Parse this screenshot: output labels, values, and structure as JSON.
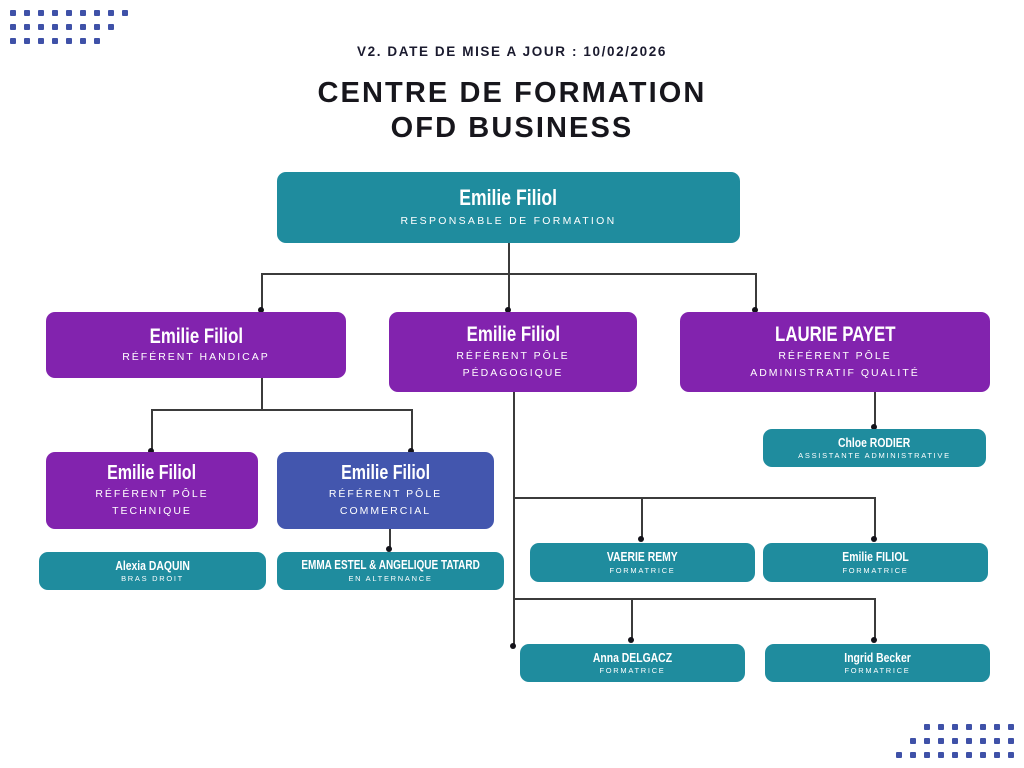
{
  "header": {
    "version_line": "V2. DATE DE MISE A JOUR : 10/02/2026",
    "title_line1": "CENTRE DE FORMATION",
    "title_line2": "OFD BUSINESS"
  },
  "colors": {
    "teal": "#1F8C9E",
    "purple": "#8223AE",
    "blue": "#4356AE",
    "dots": "#3F51A8",
    "connector": "#3b3b3b",
    "background": "#FFFFFF",
    "title": "#17161C"
  },
  "decor": {
    "top_left_dot_rows": [
      9,
      8,
      7
    ],
    "bottom_right_dot_rows": [
      7,
      8,
      9
    ]
  },
  "chart_data": {
    "type": "diagram",
    "subtype": "org-chart",
    "title": "CENTRE DE FORMATION OFD BUSINESS",
    "nodes": [
      {
        "id": "n1",
        "name": "Emilie Filiol",
        "role": "RESPONSABLE DE FORMATION",
        "color": "teal",
        "level": 1
      },
      {
        "id": "n2",
        "name": "Emilie Filiol",
        "role": "RÉFÉRENT HANDICAP",
        "color": "purple",
        "level": 2
      },
      {
        "id": "n3",
        "name": "Emilie Filiol",
        "role": "RÉFÉRENT PÔLE PÉDAGOGIQUE",
        "color": "purple",
        "level": 2
      },
      {
        "id": "n4",
        "name": "LAURIE PAYET",
        "role": "RÉFÉRENT PÔLE ADMINISTRATIF QUALITÉ",
        "color": "purple",
        "level": 2
      },
      {
        "id": "n5",
        "name": "Emilie Filiol",
        "role": "RÉFÉRENT PÔLE TECHNIQUE",
        "color": "purple",
        "level": 3
      },
      {
        "id": "n6",
        "name": "Emilie Filiol",
        "role": "RÉFÉRENT PÔLE COMMERCIAL",
        "color": "blue",
        "level": 3
      },
      {
        "id": "n7",
        "name": "Chloe RODIER",
        "role": "ASSISTANTE ADMINISTRATIVE",
        "color": "teal",
        "level": 3
      },
      {
        "id": "n8",
        "name": "Alexia DAQUIN",
        "role": "BRAS DROIT",
        "color": "teal",
        "level": 4
      },
      {
        "id": "n9",
        "name": "EMMA ESTEL & ANGELIQUE TATARD",
        "role": "EN ALTERNANCE",
        "color": "teal",
        "level": 4
      },
      {
        "id": "n10",
        "name": "VAERIE REMY",
        "role": "FORMATRICE",
        "color": "teal",
        "level": 4
      },
      {
        "id": "n11",
        "name": "Emilie FILIOL",
        "role": "FORMATRICE",
        "color": "teal",
        "level": 4
      },
      {
        "id": "n12",
        "name": "Anna DELGACZ",
        "role": "FORMATRICE",
        "color": "teal",
        "level": 5
      },
      {
        "id": "n13",
        "name": "Ingrid Becker",
        "role": "FORMATRICE",
        "color": "teal",
        "level": 5
      }
    ],
    "edges": [
      {
        "from": "n1",
        "to": "n2"
      },
      {
        "from": "n1",
        "to": "n3"
      },
      {
        "from": "n1",
        "to": "n4"
      },
      {
        "from": "n2",
        "to": "n5"
      },
      {
        "from": "n2",
        "to": "n6"
      },
      {
        "from": "n4",
        "to": "n7"
      },
      {
        "from": "n3",
        "to": "n10"
      },
      {
        "from": "n3",
        "to": "n11"
      },
      {
        "from": "n3",
        "to": "n12"
      },
      {
        "from": "n3",
        "to": "n13"
      }
    ]
  },
  "nodes": {
    "n1": {
      "name": "Emilie Filiol",
      "role": "RESPONSABLE DE FORMATION"
    },
    "n2": {
      "name": "Emilie Filiol",
      "role": "RÉFÉRENT HANDICAP"
    },
    "n3": {
      "name": "Emilie Filiol",
      "role_line1": "RÉFÉRENT PÔLE",
      "role_line2": "PÉDAGOGIQUE"
    },
    "n4": {
      "name": "LAURIE PAYET",
      "role_line1": "RÉFÉRENT PÔLE",
      "role_line2": "ADMINISTRATIF QUALITÉ"
    },
    "n5": {
      "name": "Emilie Filiol",
      "role_line1": "RÉFÉRENT PÔLE",
      "role_line2": "TECHNIQUE"
    },
    "n6": {
      "name": "Emilie Filiol",
      "role_line1": "RÉFÉRENT PÔLE",
      "role_line2": "COMMERCIAL"
    },
    "n7": {
      "name": "Chloe RODIER",
      "role": "ASSISTANTE ADMINISTRATIVE"
    },
    "n8": {
      "name": "Alexia DAQUIN",
      "role": "BRAS DROIT"
    },
    "n9": {
      "name": "EMMA ESTEL & ANGELIQUE TATARD",
      "role": "EN ALTERNANCE"
    },
    "n10": {
      "name": "VAERIE REMY",
      "role": "FORMATRICE"
    },
    "n11": {
      "name": "Emilie FILIOL",
      "role": "FORMATRICE"
    },
    "n12": {
      "name": "Anna DELGACZ",
      "role": "FORMATRICE"
    },
    "n13": {
      "name": "Ingrid Becker",
      "role": "FORMATRICE"
    }
  }
}
